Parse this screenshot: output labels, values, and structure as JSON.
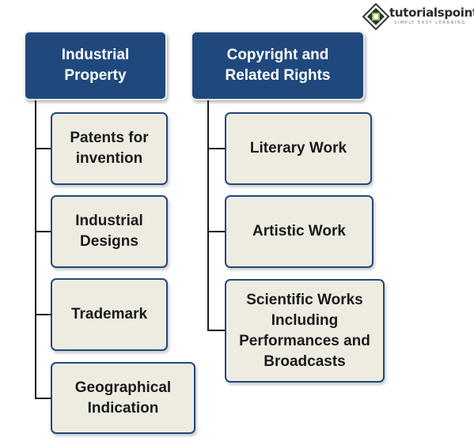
{
  "logo": {
    "text": "tutorialspoint",
    "tagline": "SIMPLY EASY LEARNING",
    "icon": "tp-logo-icon"
  },
  "colors": {
    "header_bg": "#1f497d",
    "header_text": "#ffffff",
    "child_bg": "#eeece1",
    "child_border": "#1f497d",
    "connector": "#1a1a1a"
  },
  "industrial_property": {
    "title": "Industrial Property",
    "items": [
      "Patents for invention",
      "Industrial Designs",
      "Trademark",
      "Geographical Indication"
    ]
  },
  "copyright": {
    "title": "Copyright and Related Rights",
    "items": [
      "Literary Work",
      "Artistic Work",
      "Scientific Works Including Performances and Broadcasts"
    ]
  }
}
